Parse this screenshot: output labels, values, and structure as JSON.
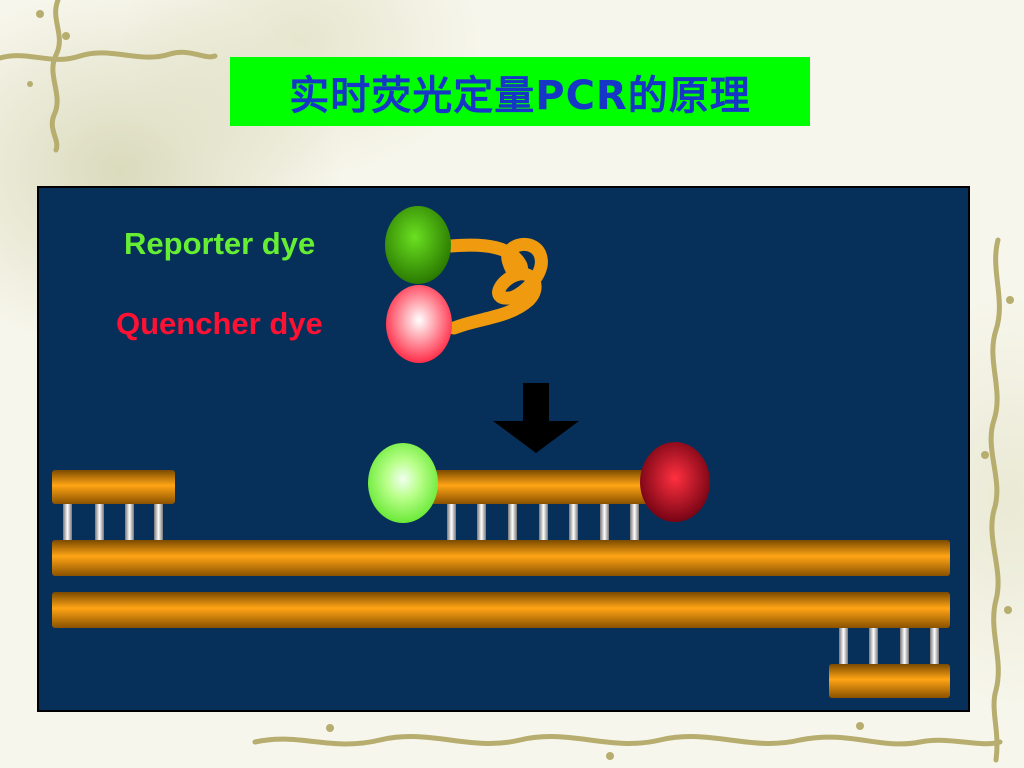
{
  "slide": {
    "title": "实时荧光定量PCR的原理"
  },
  "diagram": {
    "reporter_label": "Reporter dye",
    "quencher_label": "Quencher dye"
  },
  "colors": {
    "title_bg": "#00ff00",
    "title_text": "#1636c8",
    "panel_bg": "#06305a",
    "reporter": "#66ee33",
    "quencher": "#ff1133",
    "dna_strand": "#e8920a",
    "arrow": "#000000"
  },
  "icons": [
    "down-arrow-icon",
    "reporter-dye-icon",
    "quencher-dye-icon",
    "probe-icon"
  ]
}
